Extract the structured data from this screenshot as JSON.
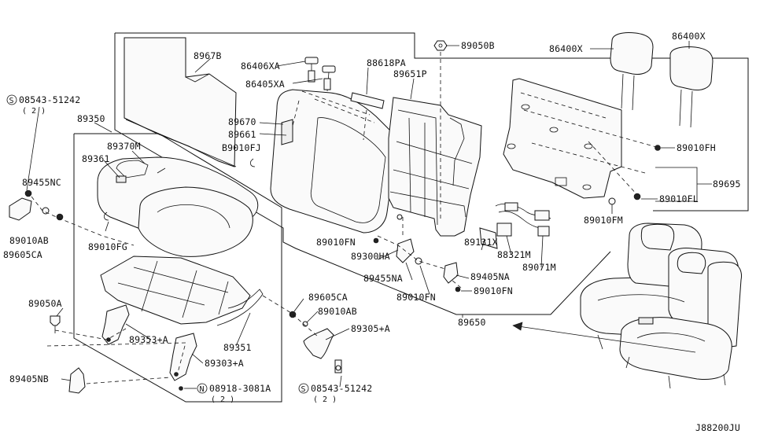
{
  "diagram_code": "J88200JU",
  "labels": {
    "p89678": "8967B",
    "p86406xa": "86406XA",
    "p88618pa": "88618PA",
    "p89050b": "89050B",
    "p86400x_a": "86400X",
    "p86400x_b": "86400X",
    "p86405xa": "86405XA",
    "p89651p": "89651P",
    "p08543_top": "08543-51242",
    "p08543_top_qty": "( 2 )",
    "p89350": "89350",
    "p89670": "89670",
    "p89661": "89661",
    "p89010fj": "B9010FJ",
    "p89370m": "89370M",
    "p89361": "89361",
    "p89455nc": "89455NC",
    "p89010ab_l": "89010AB",
    "p89605ca_l": "89605CA",
    "p89010fg": "89010FG",
    "p89010fh": "89010FH",
    "p89695": "89695",
    "p89010fl": "89010FL",
    "p89010fm": "89010FM",
    "p89010fn_1": "89010FN",
    "p89300ha": "89300HA",
    "p89131x": "89131X",
    "p88321m": "88321M",
    "p89071m": "89071M",
    "p89455na": "89455NA",
    "p89405na": "89405NA",
    "p89010fn_2": "89010FN",
    "p89010fn_3": "89010FN",
    "p89050a": "89050A",
    "p89605ca_r": "89605CA",
    "p89010ab_r": "89010AB",
    "p89305a": "89305+A",
    "p89353a": "89353+A",
    "p89351": "89351",
    "p89650": "89650",
    "p89303a": "89303+A",
    "p89405nb": "89405NB",
    "p08918": "08918-3081A",
    "p08918_qty": "( 2 )",
    "p08543_bot": "08543-51242",
    "p08543_bot_qty": "( 2 )"
  },
  "symbols": {
    "screw_marker": "S",
    "nut_marker": "N"
  }
}
